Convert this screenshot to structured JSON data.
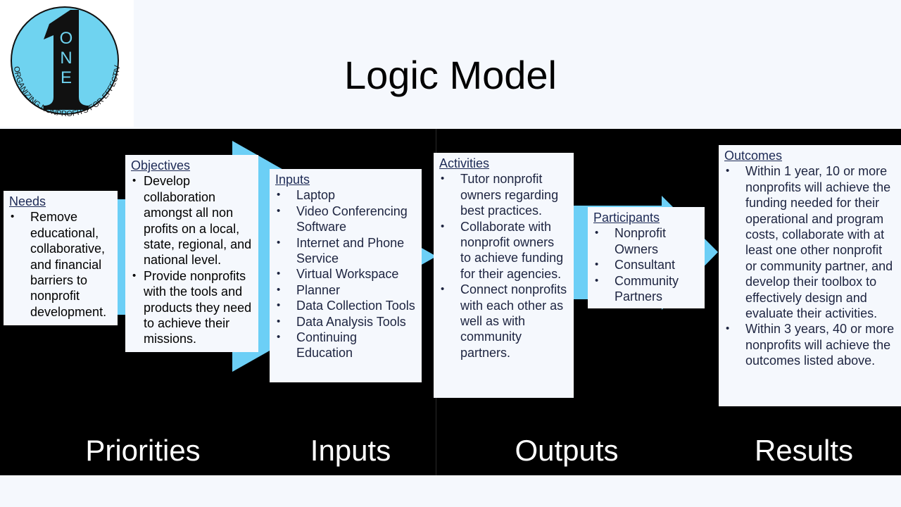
{
  "logo": {
    "main_text": "ONE",
    "numeral": "1",
    "ring_text": "ORGANIZING NONPROFITS FOR EFFECTIVENESS",
    "circle_color": "#6fd3f0"
  },
  "title": "Logic Model",
  "colors": {
    "arrow": "#6ccff6",
    "panel": "#000000",
    "box_bg": "#f5f8fd",
    "text_navy": "#1d2440"
  },
  "boxes": {
    "needs": {
      "heading": "Needs",
      "items": [
        "Remove educational, collaborative, and financial barriers to nonprofit development."
      ]
    },
    "objectives": {
      "heading": "Objectives",
      "items": [
        "Develop collaboration amongst all non profits on a local, state, regional, and national level.",
        "Provide nonprofits with the tools and products they need to achieve their missions."
      ]
    },
    "inputs": {
      "heading": "Inputs",
      "items": [
        "Laptop",
        "Video Conferencing Software",
        "Internet and Phone Service",
        "Virtual Workspace",
        "Planner",
        "Data Collection Tools",
        "Data Analysis Tools",
        "Continuing Education"
      ]
    },
    "activities": {
      "heading": "Activities",
      "items": [
        "Tutor nonprofit owners regarding best practices.",
        "Collaborate with nonprofit owners to achieve funding for their agencies.",
        "Connect nonprofits with each other as well as with community partners."
      ]
    },
    "participants": {
      "heading": "Participants",
      "items": [
        "Nonprofit Owners",
        "Consultant",
        "Community Partners"
      ]
    },
    "outcomes": {
      "heading": "Outcomes",
      "items": [
        "Within 1 year, 10 or more nonprofits will achieve the funding needed for their operational and program costs, collaborate with at least one other nonprofit or community partner, and develop their toolbox to effectively design and evaluate their activities.",
        "Within 3 years, 40 or more nonprofits will achieve the outcomes listed above."
      ]
    }
  },
  "section_labels": {
    "priorities": "Priorities",
    "inputs": "Inputs",
    "outputs": "Outputs",
    "results": "Results"
  }
}
